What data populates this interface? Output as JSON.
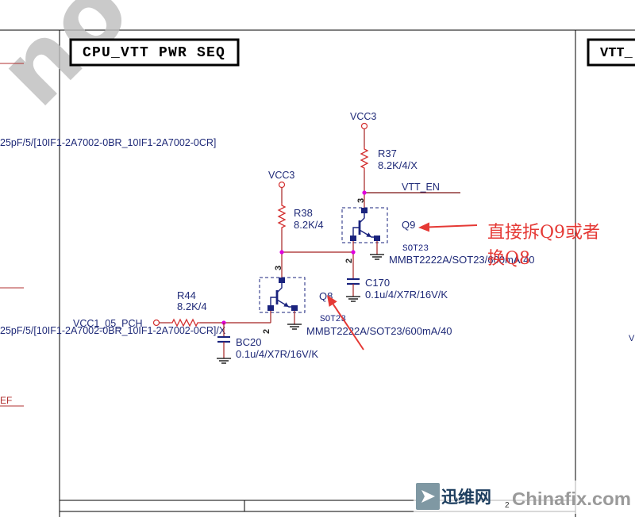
{
  "sheet": {
    "title": "CPU_VTT PWR SEQ",
    "next_title": "VTT_",
    "watermark": "no",
    "page_fragment": "2"
  },
  "left_fragments": {
    "part_text_1": "25pF/5/[10IF1-2A7002-0BR_10IF1-2A7002-0CR]",
    "part_text_2": "25pF/5/[10IF1-2A7002-0BR_10IF1-2A7002-0CR]/X",
    "net_suffix": "EF"
  },
  "right_fragments": {
    "text": "V"
  },
  "nets": {
    "vcc3_q9": "VCC3",
    "vcc3_q8": "VCC3",
    "vtt_en": "VTT_EN",
    "vcc1_05_pch": "VCC1_05_PCH"
  },
  "components": {
    "r37": {
      "ref": "R37",
      "value": "8.2K/4/X"
    },
    "r38": {
      "ref": "R38",
      "value": "8.2K/4"
    },
    "r44": {
      "ref": "R44",
      "value": "8.2K/4"
    },
    "q9": {
      "ref": "Q9",
      "package": "SOT23",
      "part": "MMBT2222A/SOT23/600mA/40",
      "pin_top": "3",
      "pin_bottom": "2"
    },
    "q8": {
      "ref": "Q8",
      "package": "SOT23",
      "part": "MMBT2222A/SOT23/600mA/40",
      "pin_top": "3",
      "pin_bottom": "2"
    },
    "c170": {
      "ref": "C170",
      "value": "0.1u/4/X7R/16V/K"
    },
    "bc20": {
      "ref": "BC20",
      "value": "0.1u/4/X7R/16V/K"
    }
  },
  "annotation": {
    "line1": "直接拆Q9或者",
    "line2": "换Q8"
  },
  "logo": {
    "icon": "chinafix-arrow-icon",
    "name_cn": "迅维网",
    "site": "Chinafix.com"
  },
  "colors": {
    "wire": "#a52222",
    "wire_dark": "#7a1010",
    "component": "#d32f2f",
    "symbol": "#1a237e",
    "label": "#1f2a78",
    "junction": "#e000e0",
    "annotation": "#e53935",
    "fragment_red": "#b03030",
    "logo_text": "#1c3d5e",
    "logo_site": "#9a9a9a"
  }
}
